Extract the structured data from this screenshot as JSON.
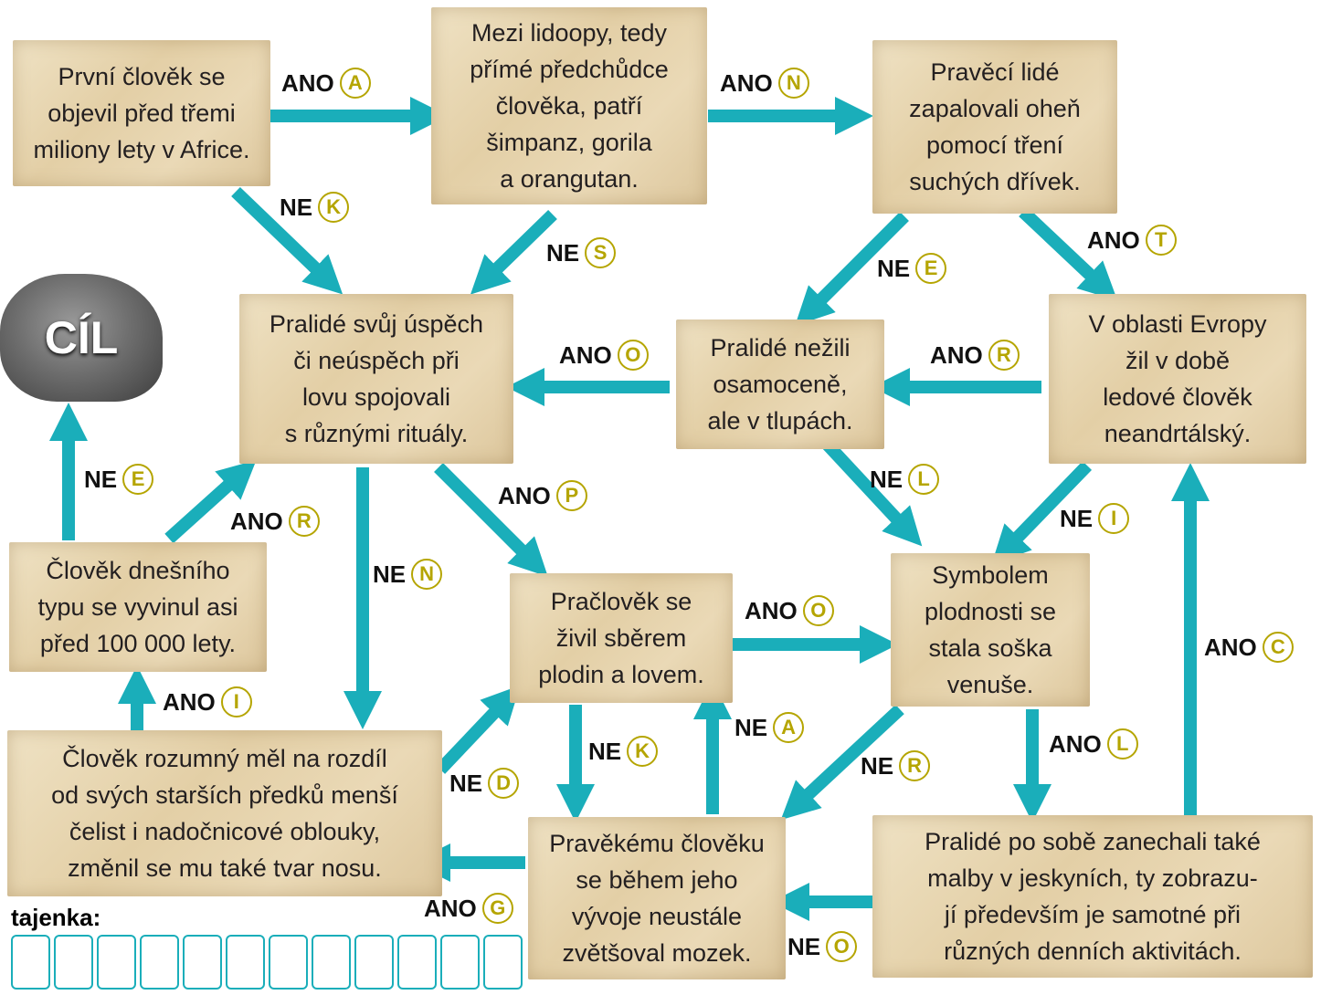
{
  "accent_color": "#1aaeba",
  "badge_color": "#b5a500",
  "goal_label": "CÍL",
  "boxes": [
    {
      "text": "První člověk se\nobjevil před třemi\nmiliony lety v Africe."
    },
    {
      "text": "Mezi lidoopy, tedy\npřímé předchůdce\nčlověka, patří\nšimpanz, gorila\na orangutan."
    },
    {
      "text": "Pravěcí lidé\nzapalovali oheň\npomocí tření\nsuchých dřívek."
    },
    {
      "text": "Pralidé svůj úspěch\nči neúspěch při\nlovu spojovali\ns různými rituály."
    },
    {
      "text": "Pralidé nežili\nosamoceně,\nale v tlupách."
    },
    {
      "text": "V oblasti Evropy\nžil v době\nledové člověk\nneandrtálský."
    },
    {
      "text": "Člověk dnešního\ntypu se vyvinul asi\npřed 100 000 lety."
    },
    {
      "text": "Pračlověk se\nživil sběrem\nplodin a lovem."
    },
    {
      "text": "Symbolem\nplodnosti se\nstala soška\nvenuše."
    },
    {
      "text": "Člověk rozumný měl na rozdíl\nod svých starších předků menší\nčelist i nadočnicové oblouky,\nzměnil se mu také tvar nosu."
    },
    {
      "text": "Pravěkému člověku\nse během jeho\nvývoje neustále\nzvětšoval mozek."
    },
    {
      "text": "Pralidé po sobě zanechali také\nmalby v jeskyních, ty zobrazu-\njí především je samotné při\nrůzných denních aktivitách."
    }
  ],
  "labels": [
    {
      "word": "ANO",
      "letter": "A"
    },
    {
      "word": "ANO",
      "letter": "N"
    },
    {
      "word": "NE",
      "letter": "K"
    },
    {
      "word": "NE",
      "letter": "S"
    },
    {
      "word": "NE",
      "letter": "E"
    },
    {
      "word": "ANO",
      "letter": "T"
    },
    {
      "word": "ANO",
      "letter": "O"
    },
    {
      "word": "ANO",
      "letter": "R"
    },
    {
      "word": "NE",
      "letter": "E"
    },
    {
      "word": "ANO",
      "letter": "R"
    },
    {
      "word": "ANO",
      "letter": "P"
    },
    {
      "word": "NE",
      "letter": "L"
    },
    {
      "word": "NE",
      "letter": "I"
    },
    {
      "word": "NE",
      "letter": "N"
    },
    {
      "word": "ANO",
      "letter": "O"
    },
    {
      "word": "ANO",
      "letter": "C"
    },
    {
      "word": "ANO",
      "letter": "I"
    },
    {
      "word": "NE",
      "letter": "A"
    },
    {
      "word": "NE",
      "letter": "K"
    },
    {
      "word": "NE",
      "letter": "R"
    },
    {
      "word": "ANO",
      "letter": "L"
    },
    {
      "word": "NE",
      "letter": "D"
    },
    {
      "word": "ANO",
      "letter": "G"
    },
    {
      "word": "NE",
      "letter": "O"
    }
  ],
  "tajenka_label": "tajenka:",
  "tajenka_cells": 12
}
